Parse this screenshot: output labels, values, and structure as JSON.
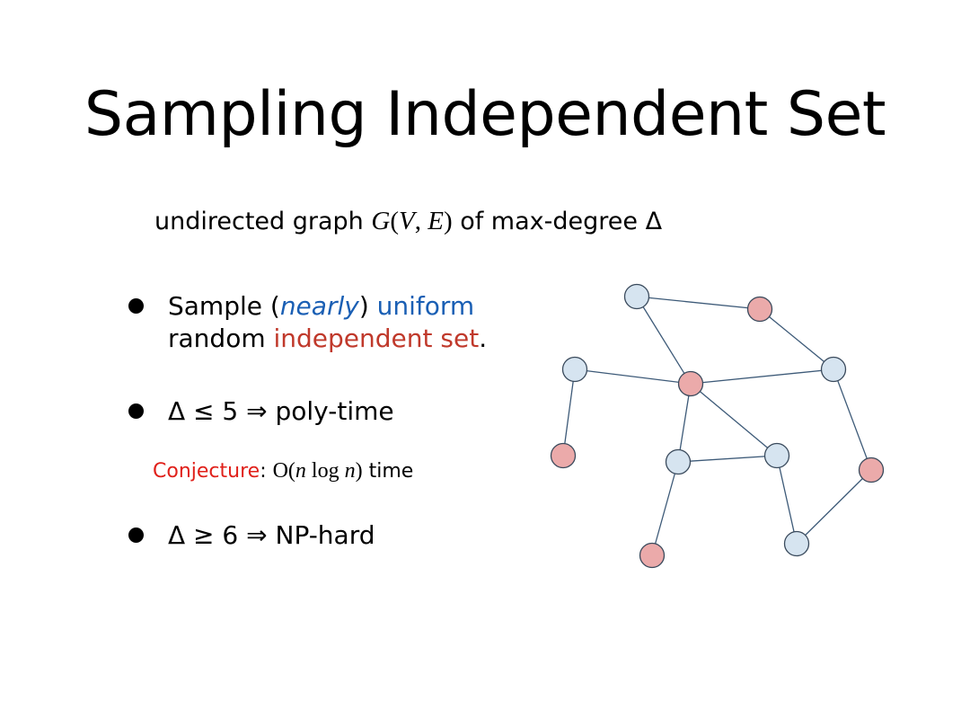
{
  "slide": {
    "title": "Sampling Independent Set",
    "subtitle": {
      "prefix": "undirected graph ",
      "G": "G",
      "open": "(",
      "V": "V",
      "comma": ", ",
      "E": "E",
      "close": ")",
      "suffix": " of max-degree Δ"
    },
    "bullet1": {
      "line1_a": "Sample (",
      "nearly": "nearly",
      "line1_b": ") ",
      "uniform": "uniform",
      "line2_a": "random ",
      "indep": "independent set",
      "line2_b": "."
    },
    "bullet2": "Δ ≤ 5 ⇒ poly-time",
    "conjecture": {
      "label": "Conjecture",
      "colon": ": ",
      "O": "O(",
      "n1": "n",
      "log": " log ",
      "n2": "n",
      "close": ")",
      "time": " time"
    },
    "bullet3": "Δ ≥ 6 ⇒ NP-hard"
  },
  "graph": {
    "colors": {
      "in_set_fill": "#ebaaaa",
      "out_set_fill": "#d6e4f0",
      "node_stroke": "#3a4a5c",
      "edge": "#3d5a78"
    },
    "nodes": [
      {
        "id": "a",
        "in_set": false
      },
      {
        "id": "b",
        "in_set": true
      },
      {
        "id": "c",
        "in_set": false
      },
      {
        "id": "d",
        "in_set": true
      },
      {
        "id": "e",
        "in_set": false
      },
      {
        "id": "f",
        "in_set": true
      },
      {
        "id": "g",
        "in_set": false
      },
      {
        "id": "h",
        "in_set": false
      },
      {
        "id": "i",
        "in_set": true
      },
      {
        "id": "j",
        "in_set": true
      },
      {
        "id": "k",
        "in_set": false
      }
    ],
    "edges": [
      [
        "a",
        "b"
      ],
      [
        "a",
        "d"
      ],
      [
        "b",
        "e"
      ],
      [
        "c",
        "d"
      ],
      [
        "d",
        "e"
      ],
      [
        "c",
        "f"
      ],
      [
        "d",
        "g"
      ],
      [
        "d",
        "h"
      ],
      [
        "g",
        "h"
      ],
      [
        "e",
        "i"
      ],
      [
        "g",
        "j"
      ],
      [
        "h",
        "k"
      ],
      [
        "i",
        "k"
      ]
    ]
  }
}
